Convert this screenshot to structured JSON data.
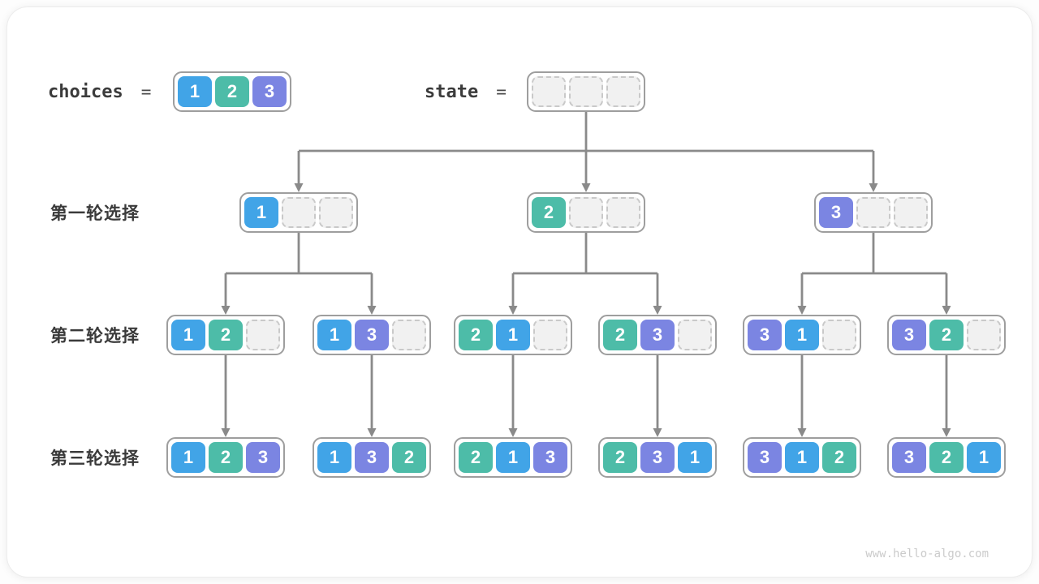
{
  "page": {
    "watermark": "www.hello-algo.com"
  },
  "colors": {
    "1": "#41A4E7",
    "2": "#4DBCA8",
    "3": "#7B85E2",
    "arrow": "#8a8a8a",
    "box_border": "#9e9e9e",
    "text": "#3b3b3b"
  },
  "header": {
    "choices_label": "choices",
    "equals": "=",
    "state_label": "state",
    "choices_values": [
      1,
      2,
      3
    ],
    "state_values": [
      null,
      null,
      null
    ]
  },
  "rows": [
    {
      "label": "第一轮选择",
      "boxes": [
        [
          1,
          null,
          null
        ],
        [
          2,
          null,
          null
        ],
        [
          3,
          null,
          null
        ]
      ]
    },
    {
      "label": "第二轮选择",
      "boxes": [
        [
          1,
          2,
          null
        ],
        [
          1,
          3,
          null
        ],
        [
          2,
          1,
          null
        ],
        [
          2,
          3,
          null
        ],
        [
          3,
          1,
          null
        ],
        [
          3,
          2,
          null
        ]
      ]
    },
    {
      "label": "第三轮选择",
      "boxes": [
        [
          1,
          2,
          3
        ],
        [
          1,
          3,
          2
        ],
        [
          2,
          1,
          3
        ],
        [
          2,
          3,
          1
        ],
        [
          3,
          1,
          2
        ],
        [
          3,
          2,
          1
        ]
      ]
    }
  ]
}
